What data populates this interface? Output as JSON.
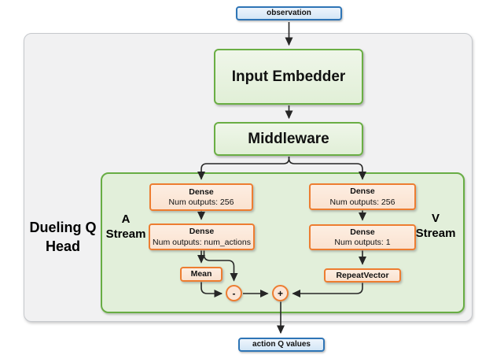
{
  "diagram": {
    "observation_label": "observation",
    "input_embedder_label": "Input Embedder",
    "middleware_label": "Middleware",
    "head_title": {
      "line1": "Dueling Q",
      "line2": "Head"
    },
    "a_stream": {
      "line1": "A",
      "line2": "Stream"
    },
    "v_stream": {
      "line1": "V",
      "line2": "Stream"
    },
    "a_dense_1": {
      "title": "Dense",
      "subtitle": "Num outputs: 256"
    },
    "a_dense_2": {
      "title": "Dense",
      "subtitle": "Num outputs: num_actions"
    },
    "v_dense_1": {
      "title": "Dense",
      "subtitle": "Num outputs: 256"
    },
    "v_dense_2": {
      "title": "Dense",
      "subtitle": "Num outputs: 1"
    },
    "mean_label": "Mean",
    "repeat_vector_label": "RepeatVector",
    "minus_operator": "-",
    "plus_operator": "+",
    "action_q_label": "action Q values",
    "colors": {
      "io_fill": "#DEEBF7",
      "io_border": "#2E75B6",
      "green_fill": "#E7F2DE",
      "green_border": "#6AAE44",
      "panel_fill": "#E2EFDA",
      "orange_fill": "#FBE5D6",
      "orange_border": "#ED7D31",
      "outer_fill": "#F1F1F2",
      "outer_border": "#C6C9CD",
      "wire": "#262626"
    }
  }
}
